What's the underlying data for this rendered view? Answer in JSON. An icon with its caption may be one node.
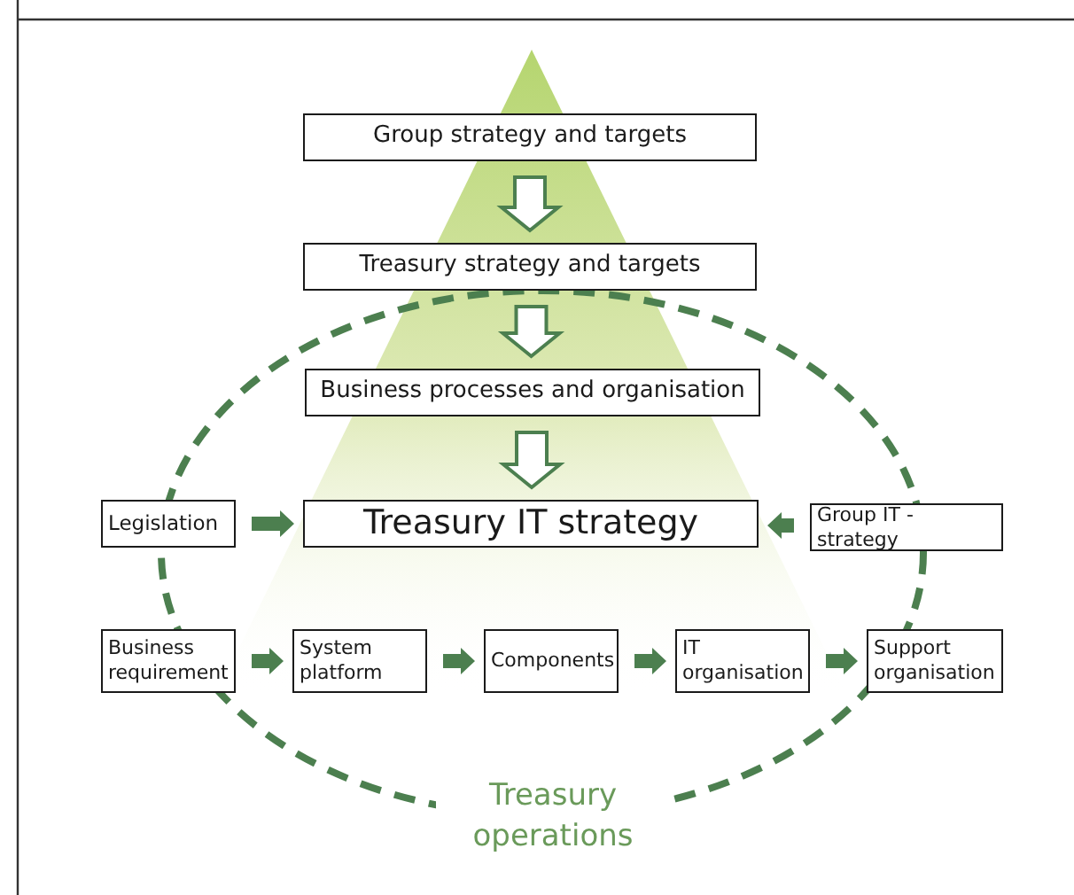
{
  "diagram": {
    "nodes": [
      {
        "text": [
          "Group strategy and targets"
        ]
      },
      {
        "text": [
          "Treasury strategy and targets"
        ]
      },
      {
        "text": [
          "Business processes and organisation"
        ]
      },
      {
        "text": [
          "Treasury IT strategy"
        ]
      },
      {
        "text": [
          "Legislation"
        ]
      },
      {
        "text": [
          "Group IT - strategy"
        ]
      },
      {
        "text": [
          "Business requirement"
        ]
      },
      {
        "text": [
          "System platform"
        ]
      },
      {
        "text": [
          "Components"
        ]
      },
      {
        "text": [
          "IT organisation"
        ]
      },
      {
        "text": [
          "Support organisation"
        ]
      }
    ],
    "edges": [
      {
        "from": 0,
        "to": 1,
        "arrow": "to"
      },
      {
        "from": 1,
        "to": 2,
        "arrow": "to"
      },
      {
        "from": 2,
        "to": 3,
        "arrow": "to"
      },
      {
        "from": 4,
        "to": 3,
        "arrow": "to"
      },
      {
        "from": 5,
        "to": 3,
        "arrow": "to"
      },
      {
        "from": 6,
        "to": 7,
        "arrow": "to"
      },
      {
        "from": 7,
        "to": 8,
        "arrow": "to"
      },
      {
        "from": 8,
        "to": 9,
        "arrow": "to"
      },
      {
        "from": 9,
        "to": 10,
        "arrow": "to"
      }
    ],
    "labels": [
      "Treasury operations"
    ]
  }
}
